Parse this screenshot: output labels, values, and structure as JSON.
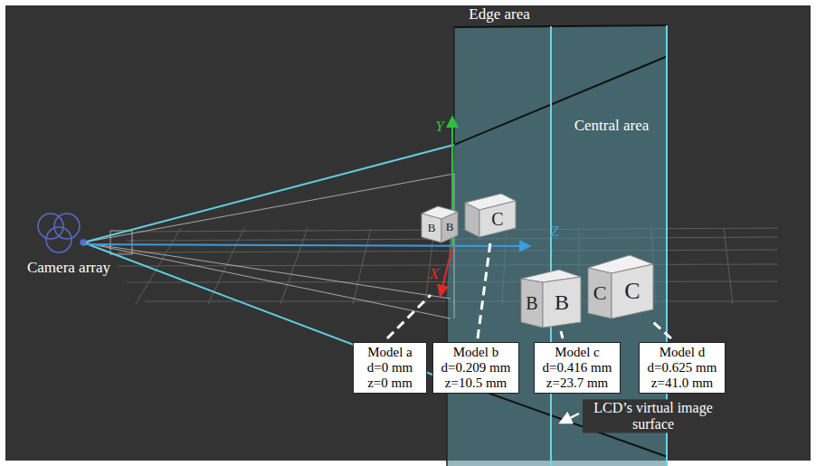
{
  "diagram": {
    "nodes": [
      {
        "text": [
          "Model a d=0 mm z=0 mm"
        ]
      },
      {
        "text": [
          "Model b d=0.209 mm z=10.5 mm"
        ]
      },
      {
        "text": [
          "Model c d=0.416 mm z=23.7 mm"
        ]
      },
      {
        "text": [
          "Model d d=0.625 mm z=41.0 mm"
        ]
      }
    ],
    "labels": [
      "Edge area",
      "Y",
      "Central area",
      "Z",
      "B",
      "B",
      "C",
      "X",
      "Camera array",
      "B",
      "B",
      "C",
      "C",
      "LCD’s virtual image surface"
    ]
  }
}
